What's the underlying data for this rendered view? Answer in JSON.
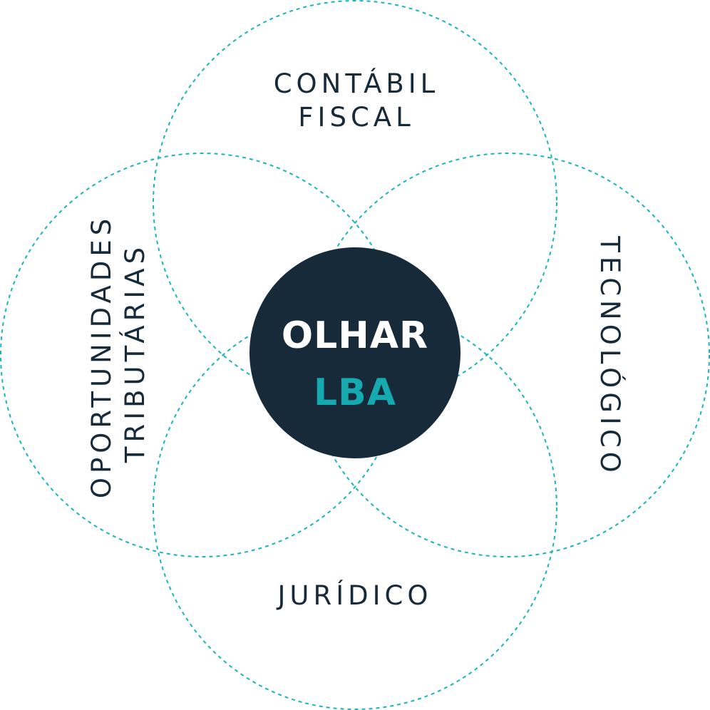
{
  "diagram": {
    "type": "venn",
    "colors": {
      "ring": "#1ab5bc",
      "center_fill": "#172a3a",
      "label_text": "#172a3a",
      "center_title": "#ffffff",
      "center_brand": "#15a9b0"
    },
    "center": {
      "title": "OLHAR",
      "brand": "LBA"
    },
    "areas": {
      "top": {
        "line1": "CONTÁBIL",
        "line2": "FISCAL"
      },
      "left": {
        "line1": "OPORTUNIDADES",
        "line2": "TRIBUTÁRIAS"
      },
      "right": {
        "line1": "TECNOLÓGICO"
      },
      "bottom": {
        "line1": "JURÍDICO"
      }
    }
  }
}
